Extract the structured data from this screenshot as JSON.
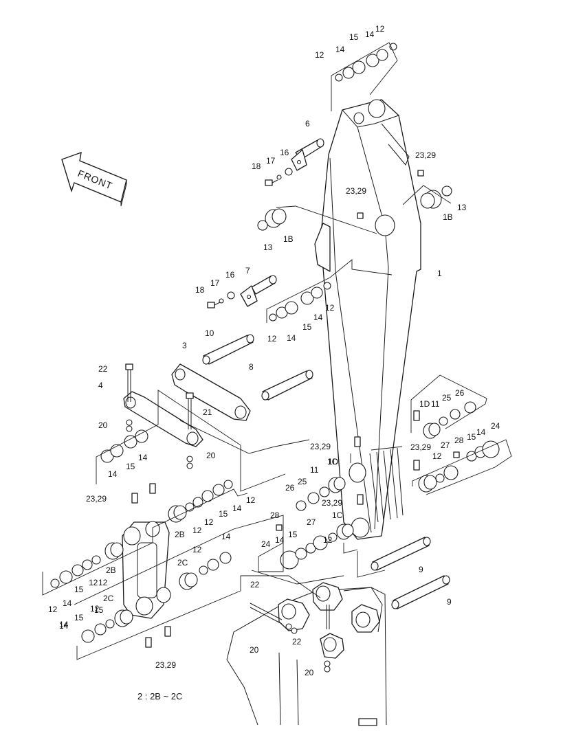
{
  "front_arrow": {
    "text": "FRONT"
  },
  "footnote": "2 : 2B ~ 2C",
  "labels": [
    "12",
    "14",
    "15",
    "14",
    "12",
    "6",
    "16",
    "17",
    "18",
    "23,29",
    "23,29",
    "13",
    "1B",
    "13",
    "1B",
    "7",
    "16",
    "17",
    "18",
    "12",
    "14",
    "15",
    "14",
    "12",
    "1",
    "10",
    "3",
    "8",
    "22",
    "4",
    "21",
    "20",
    "20",
    "14",
    "15",
    "14",
    "23,29",
    "26",
    "1D",
    "11",
    "25",
    "24",
    "15",
    "14",
    "28",
    "27",
    "23,29",
    "1C",
    "12",
    "23,29",
    "1D",
    "11",
    "25",
    "26",
    "23,29",
    "12",
    "14",
    "15",
    "12",
    "2B",
    "12",
    "28",
    "27",
    "1C",
    "12",
    "24",
    "14",
    "15",
    "14",
    "15",
    "12",
    "2B",
    "14",
    "12",
    "12",
    "15",
    "14",
    "2C",
    "12",
    "2C",
    "15",
    "14",
    "12",
    "9",
    "9",
    "22",
    "20",
    "22",
    "20",
    "23,29"
  ]
}
